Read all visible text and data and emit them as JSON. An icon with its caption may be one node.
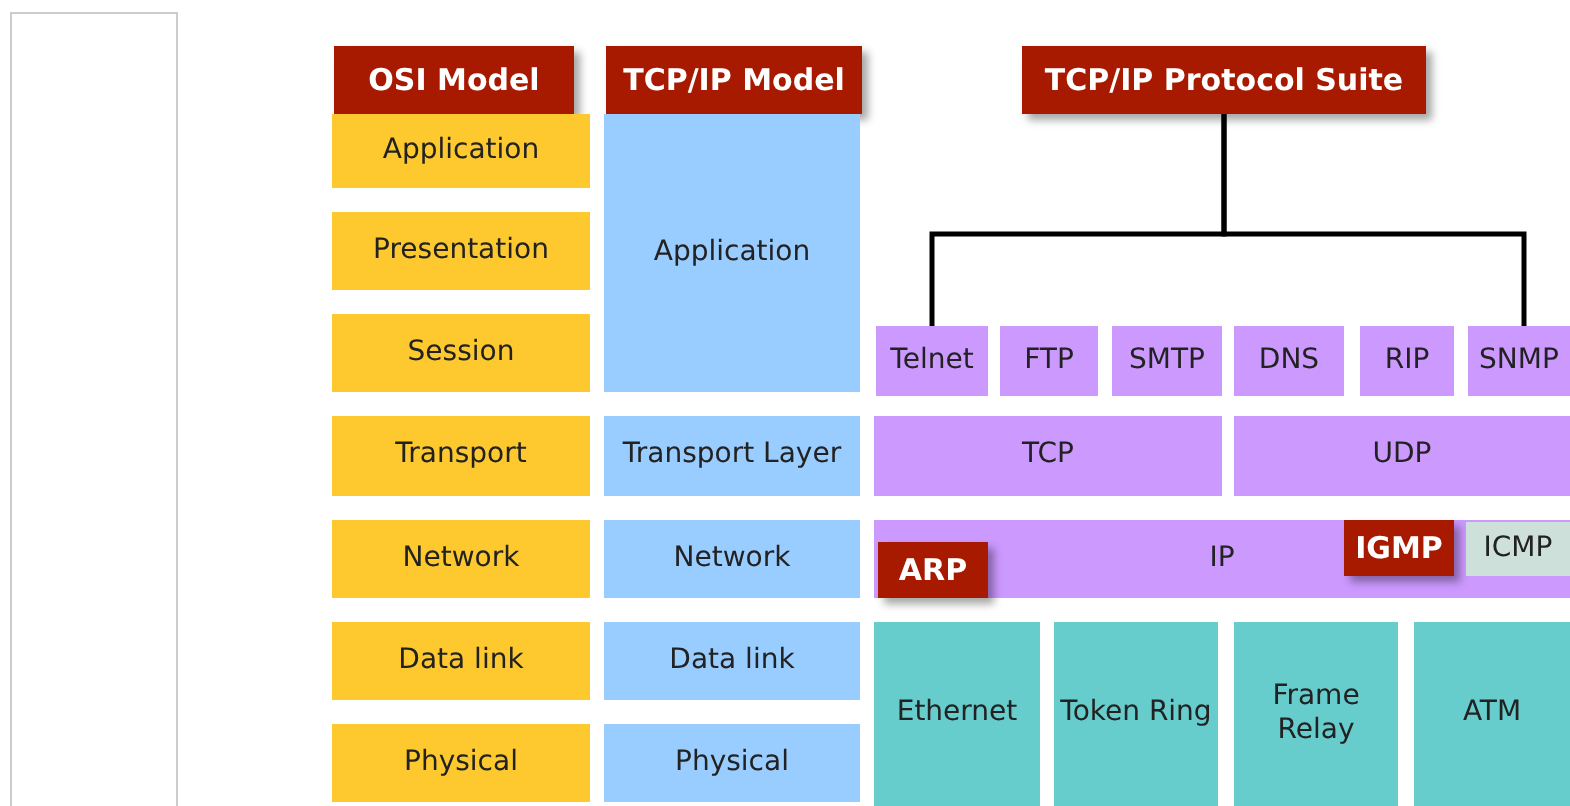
{
  "diagram": {
    "nodes": [
      {
        "text": [
          "OSI Model"
        ]
      },
      {
        "text": [
          "Application"
        ]
      },
      {
        "text": [
          "Presentation"
        ]
      },
      {
        "text": [
          "Session"
        ]
      },
      {
        "text": [
          "Transport"
        ]
      },
      {
        "text": [
          "Network"
        ]
      },
      {
        "text": [
          "Data link"
        ]
      },
      {
        "text": [
          "Physical"
        ]
      },
      {
        "text": [
          "TCP/IP Model"
        ]
      },
      {
        "text": [
          "Application"
        ]
      },
      {
        "text": [
          "Transport Layer"
        ]
      },
      {
        "text": [
          "Network"
        ]
      },
      {
        "text": [
          "Data link"
        ]
      },
      {
        "text": [
          "Physical"
        ]
      },
      {
        "text": [
          "TCP/IP Protocol Suite"
        ]
      },
      {
        "text": [
          "Telnet"
        ]
      },
      {
        "text": [
          "FTP"
        ]
      },
      {
        "text": [
          "SMTP"
        ]
      },
      {
        "text": [
          "DNS"
        ]
      },
      {
        "text": [
          "RIP"
        ]
      },
      {
        "text": [
          "SNMP"
        ]
      },
      {
        "text": [
          "TCP"
        ]
      },
      {
        "text": [
          "UDP"
        ]
      },
      {
        "text": [
          "IP"
        ]
      },
      {
        "text": [
          "ARP"
        ],
        "in": 23
      },
      {
        "text": [
          "IGMP"
        ],
        "in": 23
      },
      {
        "text": [
          "ICMP"
        ],
        "in": 23
      },
      {
        "text": [
          "Ethernet"
        ]
      },
      {
        "text": [
          "Token Ring"
        ]
      },
      {
        "text": [
          "Frame Relay"
        ]
      },
      {
        "text": [
          "ATM"
        ]
      }
    ],
    "edges": [
      {
        "from": 14,
        "to": 15,
        "arrow": "none"
      },
      {
        "from": 14,
        "to": 20,
        "arrow": "none"
      }
    ]
  }
}
